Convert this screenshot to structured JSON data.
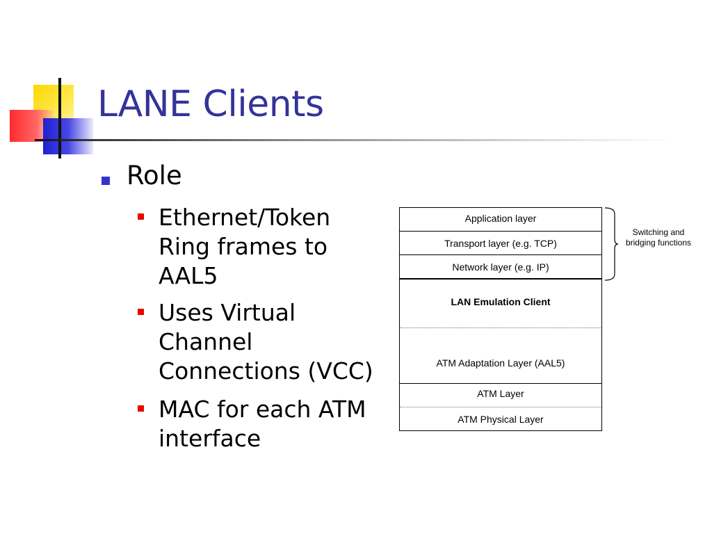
{
  "slide": {
    "title": "LANE Clients",
    "bullet": "Role",
    "sub_bullets": [
      "Ethernet/Token\nRing frames to\nAAL5",
      "Uses Virtual\nChannel\nConnections (VCC)",
      "MAC for each ATM\ninterface"
    ]
  },
  "diagram": {
    "layers": [
      "Application layer",
      "Transport layer (e.g. TCP)",
      "Network layer (e.g. IP)",
      "LAN Emulation Client",
      "ATM Adaptation Layer (AAL5)",
      "ATM Layer",
      "ATM Physical Layer"
    ],
    "brace_label": "Switching and\nbridging functions"
  },
  "colors": {
    "title": "#333399",
    "bullet_l1": "#3333cc",
    "bullet_l2": "#ee0000"
  }
}
